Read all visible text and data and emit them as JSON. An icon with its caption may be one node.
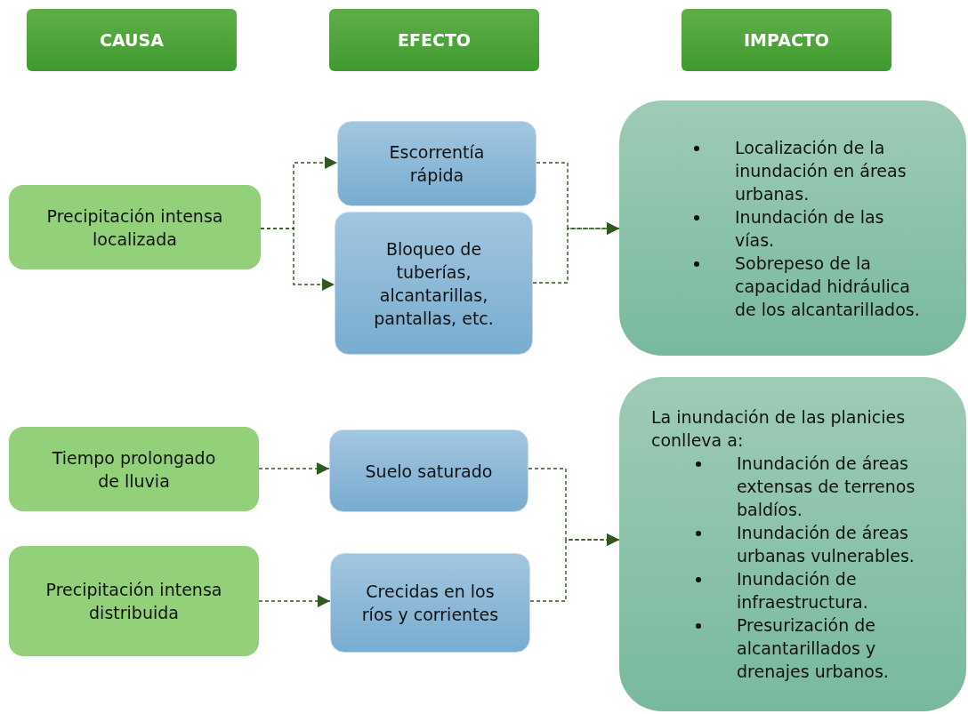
{
  "diagram": {
    "nodes": [
      {
        "text": [
          "CAUSA"
        ]
      },
      {
        "text": [
          "EFECTO"
        ]
      },
      {
        "text": [
          "IMPACTO"
        ]
      },
      {
        "text": [
          "Precipitación intensa localizada"
        ]
      },
      {
        "text": [
          "Escorrentía rápida"
        ]
      },
      {
        "text": [
          "Bloqueo de tuberías, alcantarillas, pantallas, etc."
        ]
      },
      {
        "text": [
          "Localización de la inundación en áreas urbanas.",
          "Inundación de las vías.",
          "Sobrepeso de la capacidad hidráulica de los alcantarillados."
        ]
      },
      {
        "text": [
          "Tiempo prolongado de lluvia"
        ]
      },
      {
        "text": [
          "Suelo saturado"
        ]
      },
      {
        "text": [
          "Precipitación intensa distribuida"
        ]
      },
      {
        "text": [
          "Crecidas en los ríos y corrientes"
        ]
      },
      {
        "text": [
          "La inundación de las planicies conlleva a:",
          "Inundación de áreas extensas de terrenos baldíos.",
          "Inundación de áreas urbanas vulnerables.",
          "Inundación de infraestructura.",
          "Presurización de alcantarillados y drenajes urbanos."
        ]
      }
    ],
    "edges": [
      {
        "from": 3,
        "to": 4,
        "arrow": "to",
        "style": "dashed"
      },
      {
        "from": 3,
        "to": 5,
        "arrow": "to",
        "style": "dashed"
      },
      {
        "from": 4,
        "to": 6,
        "arrow": "to",
        "style": "dashed"
      },
      {
        "from": 5,
        "to": 6,
        "arrow": "to",
        "style": "dashed"
      },
      {
        "from": 7,
        "to": 8,
        "arrow": "to",
        "style": "dashed"
      },
      {
        "from": 9,
        "to": 10,
        "arrow": "to",
        "style": "dashed"
      },
      {
        "from": 8,
        "to": 11,
        "arrow": "to",
        "style": "dashed"
      },
      {
        "from": 10,
        "to": 11,
        "arrow": "to",
        "style": "dashed"
      }
    ]
  }
}
